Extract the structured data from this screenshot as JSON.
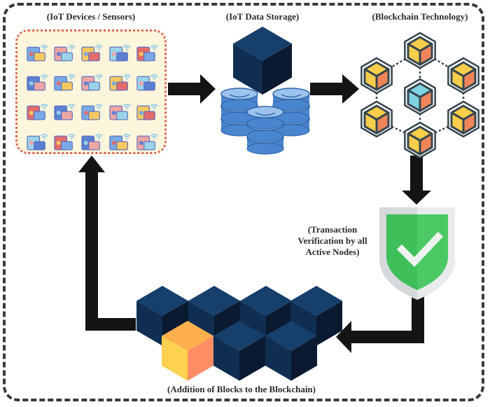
{
  "diagram": {
    "title": "IoT Blockchain Workflow",
    "stages": {
      "iot_devices": {
        "label": "(IoT Devices / Sensors)"
      },
      "data_storage": {
        "label": "(IoT Data Storage)"
      },
      "blockchain_tech": {
        "label": "(Blockchain Technology)"
      },
      "verification": {
        "label": "(Transaction Verification by all Active Nodes)"
      },
      "addition": {
        "label": "(Addition of Blocks to the Blockchain)"
      }
    },
    "iot_icons": [
      "bus-icon",
      "trash-bin-icon",
      "bathtub-icon",
      "crowd-icon",
      "fountain-icon",
      "irrigation-icon",
      "truck-icon",
      "drone-field-icon",
      "drone-delivery-icon",
      "car-location-icon",
      "iot-cloud-icon",
      "smart-home-phone-icon",
      "smart-car-tablet-icon",
      "laptop-phone-icon",
      "robot-arm-icon",
      "health-phone-lock-icon",
      "monitor-device-icon",
      "smart-city-network-icon",
      "phone-remote-icon",
      "chip-sensor-icon"
    ],
    "blockchain_nodes": [
      {
        "name": "top",
        "color": "yellow"
      },
      {
        "name": "upper-left",
        "color": "yellow"
      },
      {
        "name": "upper-right",
        "color": "yellow"
      },
      {
        "name": "center",
        "color": "cyan"
      },
      {
        "name": "lower-left",
        "color": "yellow"
      },
      {
        "name": "lower-right",
        "color": "yellow"
      },
      {
        "name": "bottom",
        "color": "yellow"
      }
    ],
    "chain_blocks": [
      {
        "name": "block-1",
        "state": "existing"
      },
      {
        "name": "block-2",
        "state": "existing"
      },
      {
        "name": "block-3",
        "state": "existing"
      },
      {
        "name": "block-4",
        "state": "existing"
      },
      {
        "name": "block-5",
        "state": "new"
      },
      {
        "name": "block-6",
        "state": "existing"
      },
      {
        "name": "block-7",
        "state": "existing"
      }
    ],
    "colors": {
      "frame": "#3a3a3a",
      "arrow": "#141414",
      "cube_top": "#173f6b",
      "cube_left": "#0f2e52",
      "cube_right": "#0a1a30",
      "db_blue": "#4a86cf",
      "db_light": "#9cc3ee",
      "node_yellow": "#f8cd4a",
      "node_orange": "#f0855a",
      "node_cyan": "#7fd3e0",
      "shield_green": "#3fbf5a",
      "shield_gray": "#c9cdd0",
      "new_block_yellow": "#ffd150",
      "new_block_orange": "#ff8e66"
    }
  }
}
